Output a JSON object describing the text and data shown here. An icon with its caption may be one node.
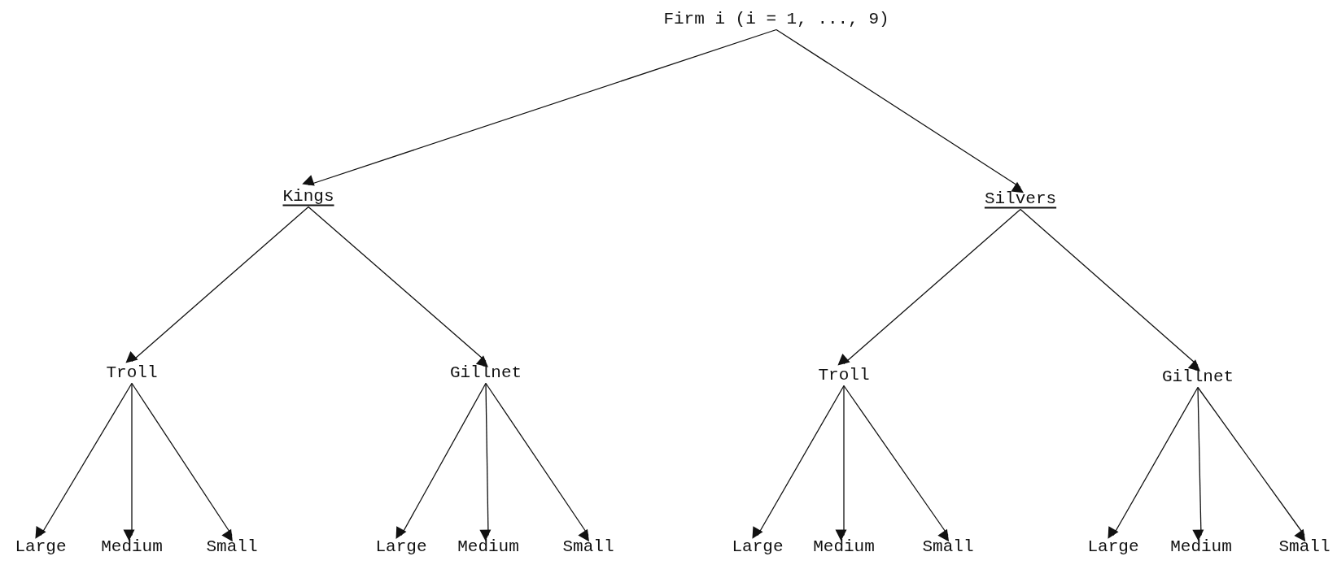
{
  "diagram": {
    "nodes": [
      {
        "text": [
          "Firm i (i = 1, ..., 9)"
        ]
      },
      {
        "text": [
          "Kings"
        ]
      },
      {
        "text": [
          "Silvers"
        ]
      },
      {
        "text": [
          "Troll"
        ]
      },
      {
        "text": [
          "Gillnet"
        ]
      },
      {
        "text": [
          "Troll"
        ]
      },
      {
        "text": [
          "Gillnet"
        ]
      },
      {
        "text": [
          "Large"
        ]
      },
      {
        "text": [
          "Medium"
        ]
      },
      {
        "text": [
          "Small"
        ]
      },
      {
        "text": [
          "Large"
        ]
      },
      {
        "text": [
          "Medium"
        ]
      },
      {
        "text": [
          "Small"
        ]
      },
      {
        "text": [
          "Large"
        ]
      },
      {
        "text": [
          "Medium"
        ]
      },
      {
        "text": [
          "Small"
        ]
      },
      {
        "text": [
          "Large"
        ]
      },
      {
        "text": [
          "Medium"
        ]
      },
      {
        "text": [
          "Small"
        ]
      }
    ],
    "edges": [
      {
        "from": 0,
        "to": 1,
        "arrow": "to"
      },
      {
        "from": 0,
        "to": 2,
        "arrow": "to"
      },
      {
        "from": 1,
        "to": 3,
        "arrow": "to"
      },
      {
        "from": 1,
        "to": 4,
        "arrow": "to"
      },
      {
        "from": 2,
        "to": 5,
        "arrow": "to"
      },
      {
        "from": 2,
        "to": 6,
        "arrow": "to"
      },
      {
        "from": 3,
        "to": 7,
        "arrow": "to"
      },
      {
        "from": 3,
        "to": 8,
        "arrow": "to"
      },
      {
        "from": 3,
        "to": 9,
        "arrow": "to"
      },
      {
        "from": 4,
        "to": 10,
        "arrow": "to"
      },
      {
        "from": 4,
        "to": 11,
        "arrow": "to"
      },
      {
        "from": 4,
        "to": 12,
        "arrow": "to"
      },
      {
        "from": 5,
        "to": 13,
        "arrow": "to"
      },
      {
        "from": 5,
        "to": 14,
        "arrow": "to"
      },
      {
        "from": 5,
        "to": 15,
        "arrow": "to"
      },
      {
        "from": 6,
        "to": 16,
        "arrow": "to"
      },
      {
        "from": 6,
        "to": 17,
        "arrow": "to"
      },
      {
        "from": 6,
        "to": 18,
        "arrow": "to"
      }
    ]
  }
}
